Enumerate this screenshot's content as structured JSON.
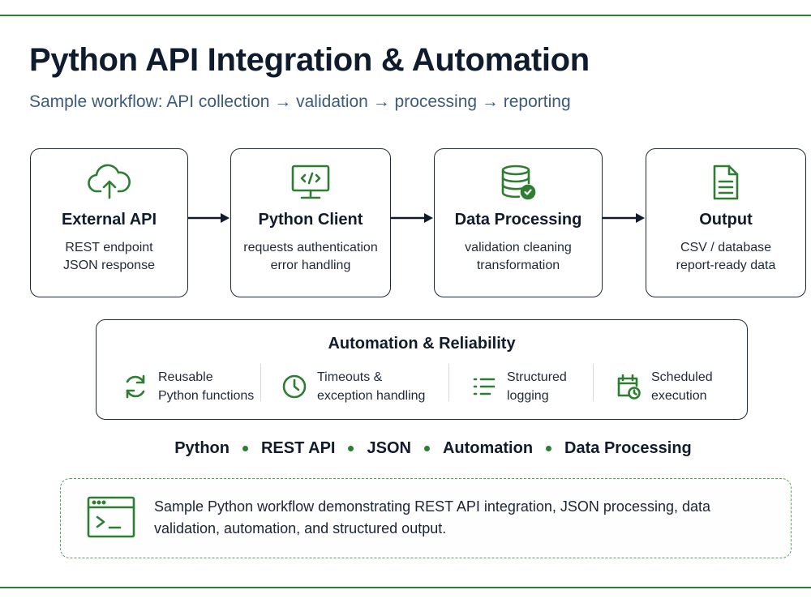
{
  "title": "Python API Integration & Automation",
  "subtitle": "Sample workflow: API collection → validation → processing → reporting",
  "accent_color": "#2e7d32",
  "stages": [
    {
      "icon": "cloud-upload-icon",
      "title": "External API",
      "description": "REST endpoint JSON response"
    },
    {
      "icon": "monitor-code-icon",
      "title": "Python Client",
      "description": "requests authentication error handling"
    },
    {
      "icon": "database-check-icon",
      "title": "Data Processing",
      "description": "validation cleaning transformation"
    },
    {
      "icon": "document-icon",
      "title": "Output",
      "description": "CSV / database report-ready data"
    }
  ],
  "automation": {
    "title": "Automation & Reliability",
    "features": [
      {
        "icon": "refresh-icon",
        "line1": "Reusable",
        "line2": "Python functions"
      },
      {
        "icon": "clock-icon",
        "line1": "Timeouts &",
        "line2": "exception handling"
      },
      {
        "icon": "list-icon",
        "line1": "Structured",
        "line2": "logging"
      },
      {
        "icon": "calendar-clock-icon",
        "line1": "Scheduled",
        "line2": "execution"
      }
    ]
  },
  "tags": [
    "Python",
    "REST API",
    "JSON",
    "Automation",
    "Data Processing"
  ],
  "note": {
    "icon": "terminal-icon",
    "text": "Sample Python workflow demonstrating REST API integration, JSON processing, data validation, automation, and structured output."
  }
}
